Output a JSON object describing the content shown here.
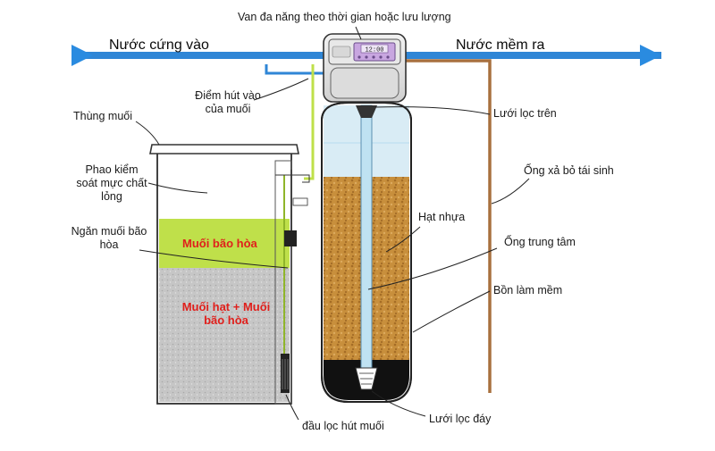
{
  "labels": {
    "valve": "Van đa năng theo thời gian hoặc lưu lượng",
    "hard_in": "Nước cứng vào",
    "soft_out": "Nước mềm ra",
    "suction_point_l1": "Điểm hút vào",
    "suction_point_l2": "của muối",
    "brine_tank": "Thùng muối",
    "float_l1": "Phao kiểm",
    "float_l2": "soát mực chất",
    "float_l3": "lỏng",
    "brine_compartment_l1": "Ngăn muối bão",
    "brine_compartment_l2": "hòa",
    "saturated_brine": "Muối bão hòa",
    "salt_mix_l1": "Muối hạt +  Muối",
    "salt_mix_l2": "bão hòa",
    "brine_strainer": "đầu lọc hút muối",
    "upper_screen": "Lưới lọc trên",
    "drain_line": "Ống xả bỏ tái sinh",
    "resin": "Hạt nhựa",
    "center_tube": "Ống trung tâm",
    "softener_tank": "Bồn làm mềm",
    "bottom_screen": "Lưới lọc đáy"
  },
  "display": {
    "readout": "12:00"
  },
  "colors": {
    "pipe_blue": "#2f86d6",
    "arrow_blue": "#2a8be0",
    "brine_green": "#bfe04a",
    "resin_brown": "#c88f3c",
    "drain_brown": "#a8703e",
    "salt_grey": "#c4c4c4",
    "label_red": "#e0201c",
    "valve_screen": "#c8a6e0"
  }
}
